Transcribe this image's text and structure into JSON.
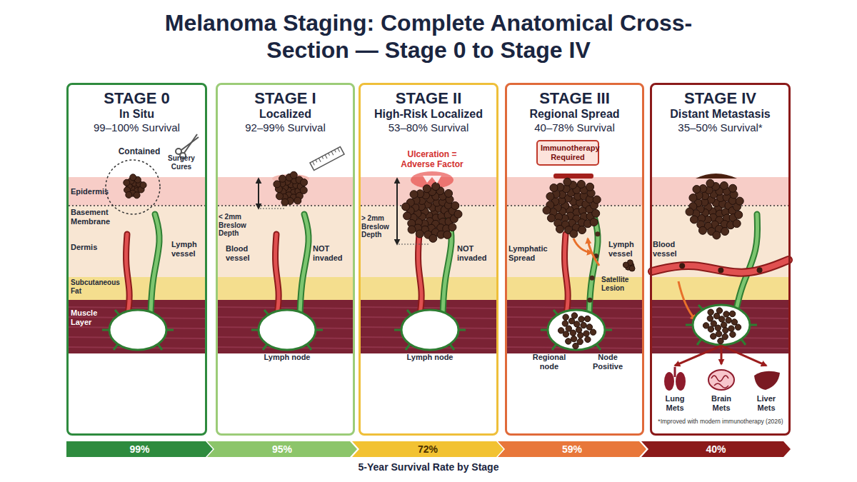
{
  "diagram": {
    "title": "Melanoma Staging: Complete Anatomical Cross-Section — Stage 0 to Stage IV",
    "caption": "5-Year Survival Rate by Stage",
    "nodes": [
      {
        "text": [
          "STAGE 0",
          "In Situ",
          "99–100% Survival"
        ]
      },
      {
        "text": [
          "STAGE I",
          "Localized",
          "92–99% Survival"
        ]
      },
      {
        "text": [
          "STAGE II",
          "High-Risk Localized",
          "53–80% Survival"
        ]
      },
      {
        "text": [
          "STAGE III",
          "Regional Spread",
          "40–78% Survival"
        ]
      },
      {
        "text": [
          "Immunotherapy Required"
        ],
        "in": 3
      },
      {
        "text": [
          "STAGE IV",
          "Distant Metastasis",
          "35–50% Survival*"
        ]
      },
      {
        "text": [
          "99%"
        ]
      },
      {
        "text": [
          "95%"
        ]
      },
      {
        "text": [
          "72%"
        ]
      },
      {
        "text": [
          "59%"
        ]
      },
      {
        "text": [
          "40%"
        ]
      }
    ],
    "labels": [
      "Contained",
      "Surgery Cures",
      "Epidermis",
      "Basement Membrane",
      "Dermis",
      "Lymph vessel",
      "Subcutaneous Fat",
      "Muscle Layer",
      "< 2mm Breslow Depth",
      "Blood vessel",
      "NOT invaded",
      "Lymph node",
      "Ulceration = Adverse Factor",
      "> 2mm Breslow Depth",
      "NOT invaded",
      "Lymph node",
      "Lymphatic Spread",
      "Lymph vessel",
      "Satellite Lesion",
      "Regional node",
      "Node Positive",
      "Blood vessel",
      "Lung Mets",
      "Brain Mets",
      "Liver Mets",
      "*Improved with modern immunotherapy (2026)"
    ]
  }
}
